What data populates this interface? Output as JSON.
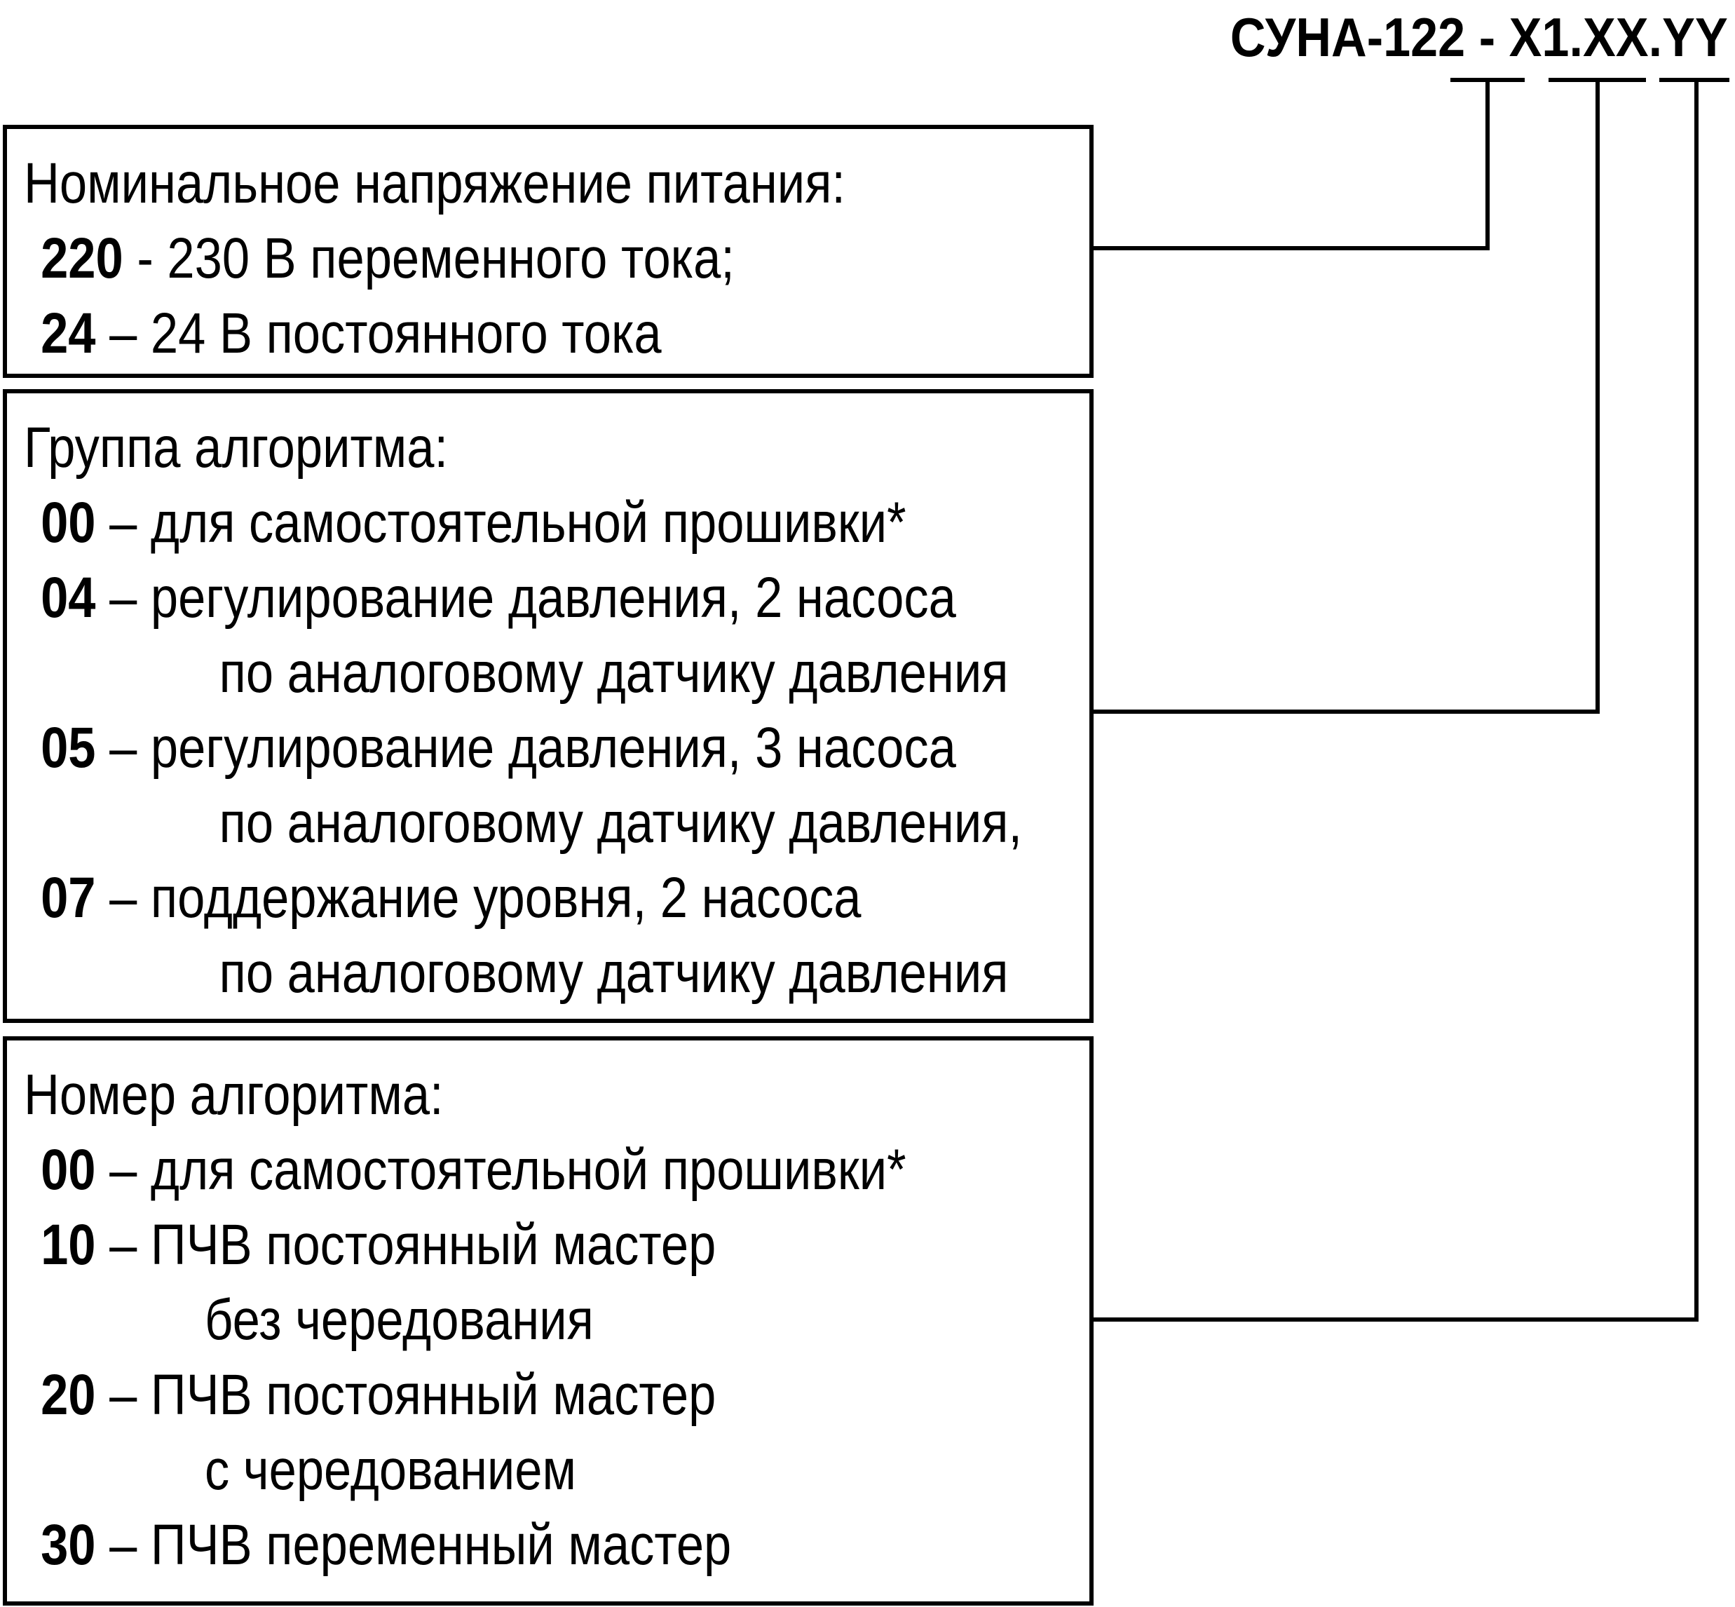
{
  "title": {
    "prefix": "СУНА-122 - ",
    "seg1": "X1",
    "dot1": ".",
    "seg2": "XX",
    "dot2": ".",
    "seg3": "YY"
  },
  "power": {
    "heading": "Номинальное напряжение питания:",
    "items": [
      {
        "code": "220",
        "sep": " - ",
        "text": "230 В переменного тока;"
      },
      {
        "code": "24",
        "sep": " – ",
        "text": "24 В постоянного тока"
      }
    ]
  },
  "group": {
    "heading": "Группа алгоритма:",
    "items": [
      {
        "code": "00",
        "sep": " – ",
        "text": "для самостоятельной прошивки*"
      },
      {
        "code": "04",
        "sep": " – ",
        "text": "регулирование давления, 2 насоса",
        "cont": "по аналоговому датчику давления"
      },
      {
        "code": "05",
        "sep": " – ",
        "text": "регулирование давления, 3 насоса",
        "cont": "по аналоговому датчику давления,"
      },
      {
        "code": "07",
        "sep": " – ",
        "text": "поддержание уровня, 2 насоса",
        "cont": "по аналоговому датчику давления"
      }
    ]
  },
  "number": {
    "heading": "Номер алгоритма:",
    "items": [
      {
        "code": "00",
        "sep": " – ",
        "text": "для самостоятельной прошивки*"
      },
      {
        "code": "10",
        "sep": " – ",
        "text": "ПЧВ постоянный мастер",
        "cont": "без чередования"
      },
      {
        "code": "20",
        "sep": " – ",
        "text": "ПЧВ постоянный мастер",
        "cont": "с чередованием"
      },
      {
        "code": "30",
        "sep": " – ",
        "text": "ПЧВ переменный мастер"
      }
    ]
  }
}
